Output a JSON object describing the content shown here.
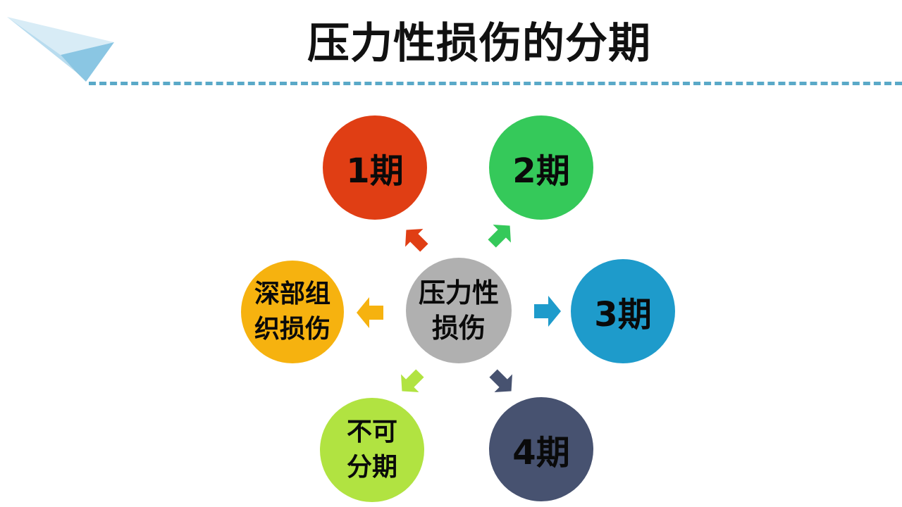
{
  "title": "压力性损伤的分期",
  "center": {
    "text": "压力性\n损伤",
    "color": "#b0b0b0"
  },
  "stages": [
    {
      "id": "stage-1",
      "label": "1期",
      "color": "#e03e14"
    },
    {
      "id": "stage-2",
      "label": "2期",
      "color": "#35c95a"
    },
    {
      "id": "stage-3",
      "label": "3期",
      "color": "#1e9bcb"
    },
    {
      "id": "stage-4",
      "label": "4期",
      "color": "#475270"
    },
    {
      "id": "unstageable",
      "label": "不可\n分期",
      "color": "#b1e341"
    },
    {
      "id": "deep-tissue",
      "label": "深部组\n织损伤",
      "color": "#f6b20f"
    }
  ],
  "colors": {
    "dash": "#5aa9c8",
    "plane": "#7cc0de"
  },
  "icons": [
    "paper-plane-icon"
  ]
}
